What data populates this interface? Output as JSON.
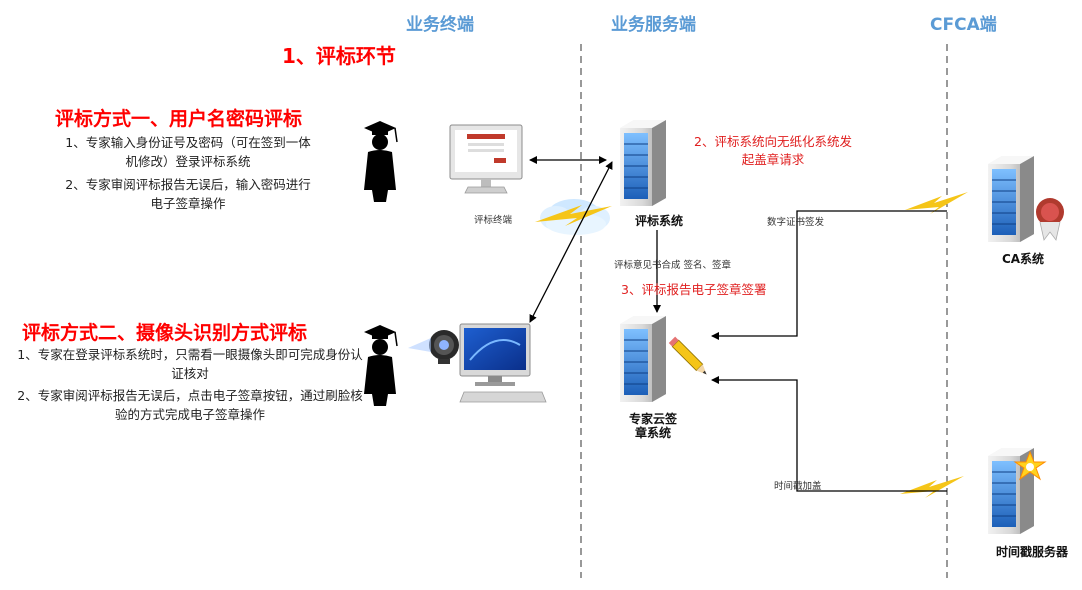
{
  "lanes": {
    "client": "业务终端",
    "service": "业务服务端",
    "cfca": "CFCA端"
  },
  "section_title": "1、评标环节",
  "method1": {
    "title": "评标方式一、用户名密码评标",
    "step1": "1、专家输入身份证号及密码（可在签到一体机修改）登录评标系统",
    "step2": "2、专家审阅评标报告无误后，输入密码进行电子签章操作"
  },
  "method2": {
    "title": "评标方式二、摄像头识别方式评标",
    "step1": "1、专家在登录评标系统时，只需看一眼摄像头即可完成身份认证核对",
    "step2": "2、专家审阅评标报告无误后，点击电子签章按钮，通过刷脸核验的方式完成电子签章操作"
  },
  "nodes": {
    "terminal": "评标终端",
    "eval_system": "评标系统",
    "cloud_sign": "专家云签章系统",
    "ca": "CA系统",
    "tsa": "时间戳服务器"
  },
  "notes": {
    "request_seal": "2、评标系统向无纸化系统发起盖章请求",
    "report_sign": "3、评标报告电子签章签署",
    "opinion": "评标意见书合成  签名、签章",
    "cert_issue": "数字证书签发",
    "timestamp": "时间戳加盖"
  },
  "colors": {
    "lane_title": "#5b9bd5",
    "red": "#ff0000",
    "lightning": "#f5c518",
    "server_blue": "#2e7dd6"
  }
}
